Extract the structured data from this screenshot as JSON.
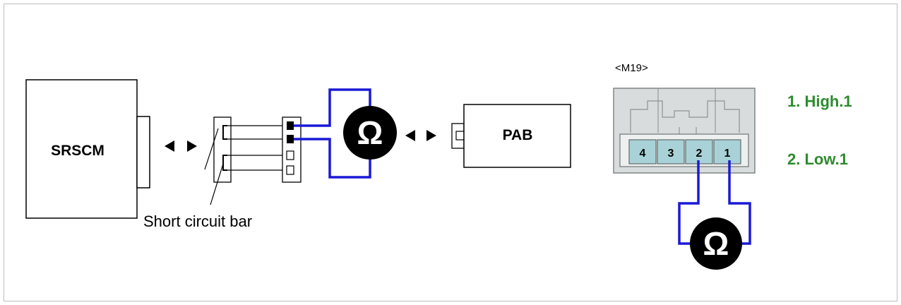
{
  "diagram": {
    "srscm_label": "SRSCM",
    "pab_label": "PAB",
    "short_bar_label": "Short circuit bar",
    "ohm_symbol": "Ω",
    "connector": {
      "name": "<M19>",
      "pins": [
        "4",
        "3",
        "2",
        "1"
      ]
    },
    "pin_info": {
      "high": "1. High.1",
      "low": "2. Low.1"
    },
    "colors": {
      "wire": "#1a1ad6",
      "pin_legend": "#2e8b2e",
      "connector_fill": "#a9d2d8",
      "connector_body": "#d9dcdc"
    }
  }
}
